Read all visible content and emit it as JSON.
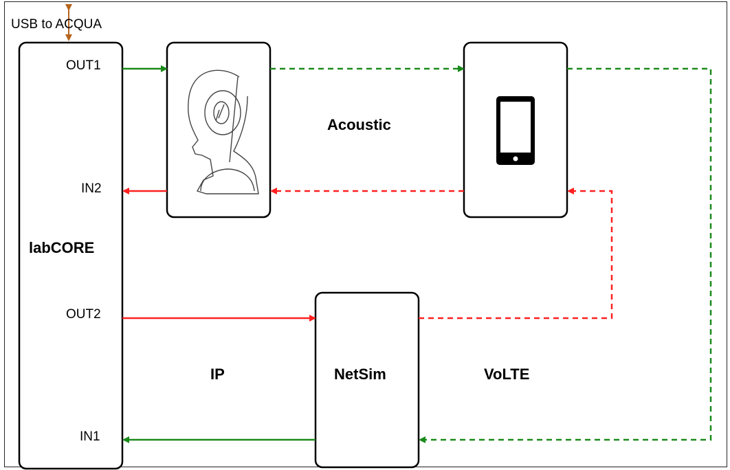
{
  "labels": {
    "usb": "USB to ACQUA",
    "out1": "OUT1",
    "in2": "IN2",
    "out2": "OUT2",
    "in1": "IN1",
    "labcore": "labCORE",
    "acoustic": "Acoustic",
    "ip": "IP",
    "netsim": "NetSim",
    "volte": "VoLTE"
  },
  "icons": {
    "head": "artificial-head-icon",
    "phone": "smartphone-icon"
  },
  "colors": {
    "green": "#1a8a1a",
    "red": "#ff2020",
    "usb_arrow": "#b5651d"
  }
}
